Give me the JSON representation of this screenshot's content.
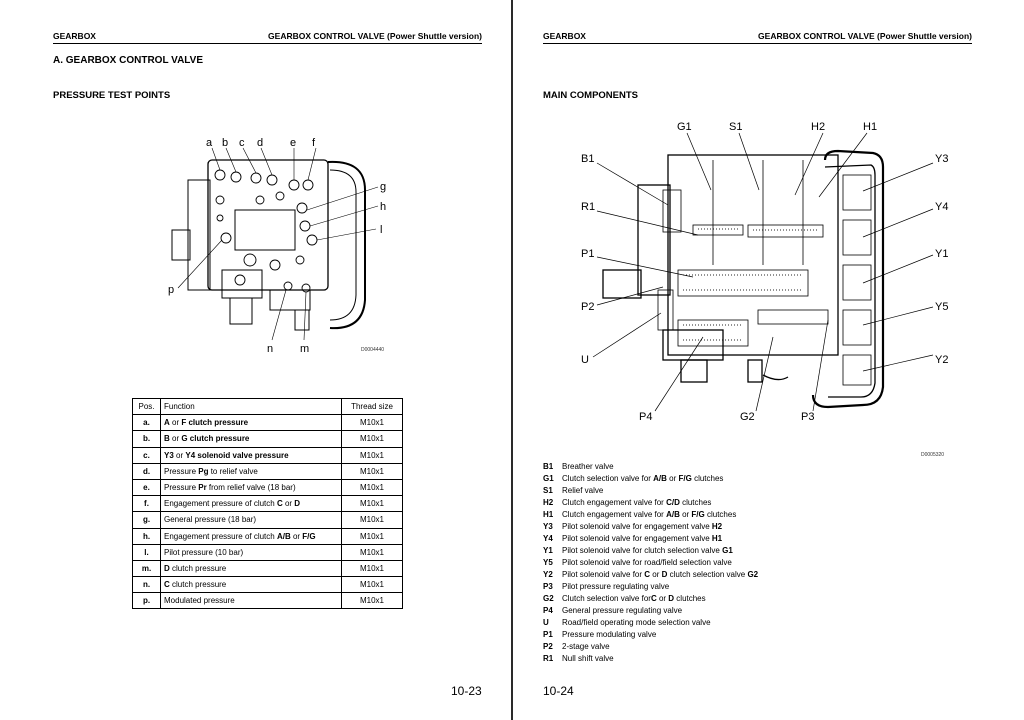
{
  "left": {
    "header_left": "GEARBOX",
    "header_right": "GEARBOX CONTROL VALVE (Power Shuttle version)",
    "section_title": "A.   GEARBOX CONTROL VALVE",
    "subsection_title": "PRESSURE TEST POINTS",
    "figure_code": "D0004440",
    "figure_labels": [
      "a",
      "b",
      "c",
      "d",
      "e",
      "f",
      "g",
      "h",
      "l",
      "p",
      "n",
      "m"
    ],
    "table": {
      "headers": [
        "Pos.",
        "Function",
        "Thread size"
      ],
      "rows": [
        {
          "pos": "a.",
          "parts": [
            {
              "t": "A",
              "b": true
            },
            {
              "t": " or ",
              "b": false
            },
            {
              "t": "F",
              "b": true
            },
            {
              "t": " clutch pressure",
              "b": true
            }
          ],
          "thread": "M10x1"
        },
        {
          "pos": "b.",
          "parts": [
            {
              "t": "B",
              "b": true
            },
            {
              "t": " or ",
              "b": false
            },
            {
              "t": "G",
              "b": true
            },
            {
              "t": " clutch pressure",
              "b": true
            }
          ],
          "thread": "M10x1"
        },
        {
          "pos": "c.",
          "parts": [
            {
              "t": "Y3",
              "b": true
            },
            {
              "t": " or ",
              "b": false
            },
            {
              "t": "Y4",
              "b": true
            },
            {
              "t": " solenoid valve pressure",
              "b": true
            }
          ],
          "thread": "M10x1"
        },
        {
          "pos": "d.",
          "parts": [
            {
              "t": "Pressure ",
              "b": false
            },
            {
              "t": "Pg",
              "b": true
            },
            {
              "t": " to relief valve",
              "b": false
            }
          ],
          "thread": "M10x1"
        },
        {
          "pos": "e.",
          "parts": [
            {
              "t": "Pressure ",
              "b": false
            },
            {
              "t": "Pr",
              "b": true
            },
            {
              "t": " from relief valve (18 bar)",
              "b": false
            }
          ],
          "thread": "M10x1"
        },
        {
          "pos": "f.",
          "parts": [
            {
              "t": "Engagement pressure of clutch ",
              "b": false
            },
            {
              "t": "C",
              "b": true
            },
            {
              "t": " or ",
              "b": false
            },
            {
              "t": "D",
              "b": true
            }
          ],
          "thread": "M10x1"
        },
        {
          "pos": "g.",
          "parts": [
            {
              "t": "General pressure (18 bar)",
              "b": false
            }
          ],
          "thread": "M10x1"
        },
        {
          "pos": "h.",
          "parts": [
            {
              "t": "Engagement pressure of clutch ",
              "b": false
            },
            {
              "t": "A/B",
              "b": true
            },
            {
              "t": " or ",
              "b": false
            },
            {
              "t": "F/G",
              "b": true
            }
          ],
          "thread": "M10x1"
        },
        {
          "pos": "l.",
          "parts": [
            {
              "t": "Pilot pressure (10 bar)",
              "b": false
            }
          ],
          "thread": "M10x1"
        },
        {
          "pos": "m.",
          "parts": [
            {
              "t": "D",
              "b": true
            },
            {
              "t": " clutch pressure",
              "b": false
            }
          ],
          "thread": "M10x1"
        },
        {
          "pos": "n.",
          "parts": [
            {
              "t": "C",
              "b": true
            },
            {
              "t": " clutch pressure",
              "b": false
            }
          ],
          "thread": "M10x1"
        },
        {
          "pos": "p.",
          "parts": [
            {
              "t": "Modulated pressure",
              "b": false
            }
          ],
          "thread": "M10x1"
        }
      ]
    },
    "page_number": "10-23"
  },
  "right": {
    "header_left": "GEARBOX",
    "header_right": "GEARBOX CONTROL VALVE (Power Shuttle version)",
    "subsection_title": "MAIN COMPONENTS",
    "figure_code": "D0005320",
    "figure_labels": [
      "G1",
      "S1",
      "H2",
      "H1",
      "B1",
      "R1",
      "P1",
      "P2",
      "U",
      "P4",
      "G2",
      "P3",
      "Y3",
      "Y4",
      "Y1",
      "Y5",
      "Y2"
    ],
    "components": [
      {
        "code": "B1",
        "parts": [
          {
            "t": "Breather valve",
            "b": false
          }
        ]
      },
      {
        "code": "G1",
        "parts": [
          {
            "t": "Clutch selection valve for ",
            "b": false
          },
          {
            "t": "A/B",
            "b": true
          },
          {
            "t": " or ",
            "b": false
          },
          {
            "t": "F/G",
            "b": true
          },
          {
            "t": " clutches",
            "b": false
          }
        ]
      },
      {
        "code": "S1",
        "parts": [
          {
            "t": "Relief valve",
            "b": false
          }
        ]
      },
      {
        "code": "H2",
        "parts": [
          {
            "t": "Clutch engagement valve for ",
            "b": false
          },
          {
            "t": "C/D",
            "b": true
          },
          {
            "t": " clutches",
            "b": false
          }
        ]
      },
      {
        "code": "H1",
        "parts": [
          {
            "t": "Clutch engagement valve for ",
            "b": false
          },
          {
            "t": "A/B",
            "b": true
          },
          {
            "t": " or ",
            "b": false
          },
          {
            "t": "F/G",
            "b": true
          },
          {
            "t": " clutches",
            "b": false
          }
        ]
      },
      {
        "code": "Y3",
        "parts": [
          {
            "t": "Pilot solenoid valve for engagement valve ",
            "b": false
          },
          {
            "t": "H2",
            "b": true
          }
        ]
      },
      {
        "code": "Y4",
        "parts": [
          {
            "t": "Pilot solenoid valve for engagement valve ",
            "b": false
          },
          {
            "t": "H1",
            "b": true
          }
        ]
      },
      {
        "code": "Y1",
        "parts": [
          {
            "t": "Pilot solenoid valve for clutch selection valve ",
            "b": false
          },
          {
            "t": "G1",
            "b": true
          }
        ]
      },
      {
        "code": "Y5",
        "parts": [
          {
            "t": "Pilot solenoid valve for road/field selection valve",
            "b": false
          }
        ]
      },
      {
        "code": "Y2",
        "parts": [
          {
            "t": "Pilot solenoid valve for ",
            "b": false
          },
          {
            "t": "C",
            "b": true
          },
          {
            "t": " or ",
            "b": false
          },
          {
            "t": "D",
            "b": true
          },
          {
            "t": " clutch selection valve ",
            "b": false
          },
          {
            "t": "G2",
            "b": true
          }
        ]
      },
      {
        "code": "P3",
        "parts": [
          {
            "t": "Pilot pressure regulating valve",
            "b": false
          }
        ]
      },
      {
        "code": "G2",
        "parts": [
          {
            "t": "Clutch selection valve for",
            "b": false
          },
          {
            "t": "C",
            "b": true
          },
          {
            "t": " or ",
            "b": false
          },
          {
            "t": "D",
            "b": true
          },
          {
            "t": " clutches",
            "b": false
          }
        ]
      },
      {
        "code": "P4",
        "parts": [
          {
            "t": "General pressure regulating valve",
            "b": false
          }
        ]
      },
      {
        "code": "U",
        "parts": [
          {
            "t": "Road/field operating mode selection valve",
            "b": false
          }
        ]
      },
      {
        "code": "P1",
        "parts": [
          {
            "t": "Pressure modulating valve",
            "b": false
          }
        ]
      },
      {
        "code": "P2",
        "parts": [
          {
            "t": "2-stage valve",
            "b": false
          }
        ]
      },
      {
        "code": "R1",
        "parts": [
          {
            "t": "Null shift valve",
            "b": false
          }
        ]
      }
    ],
    "page_number": "10-24"
  }
}
